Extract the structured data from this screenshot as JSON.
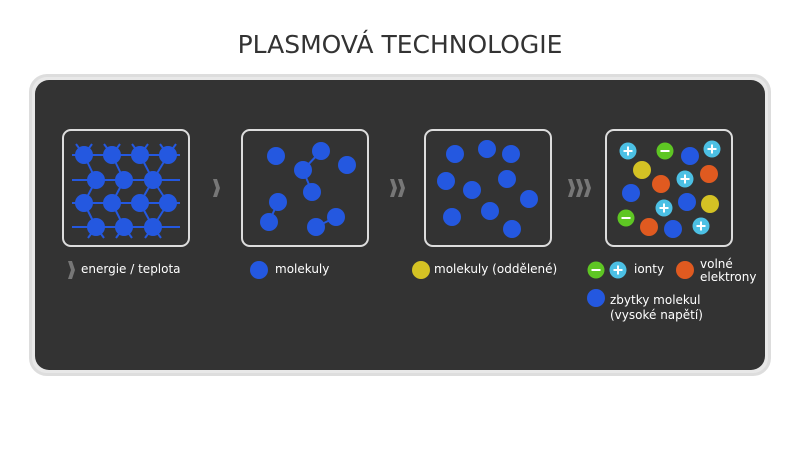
{
  "title": "PLASMOVÁ TECHNOLOGIE",
  "legend": {
    "energy": "energie / teplota",
    "molecules": "molekuly",
    "separated": "molekuly (oddělené)",
    "ions": "ionty",
    "electrons_1": "volné",
    "electrons_2": "elektrony",
    "remnants_1": "zbytky molekul",
    "remnants_2": "(vysoké napětí)",
    "minus_symbol": "−",
    "plus_symbol": "+"
  },
  "colors": {
    "molecule": "#2458e0",
    "separated": "#d4c224",
    "ion_minus": "#5ec623",
    "ion_plus": "#4cc0e4",
    "electron": "#e05a20",
    "arrow": "#777777",
    "panel": "#333333"
  },
  "stages": [
    "solid",
    "molecules",
    "separated",
    "plasma"
  ]
}
